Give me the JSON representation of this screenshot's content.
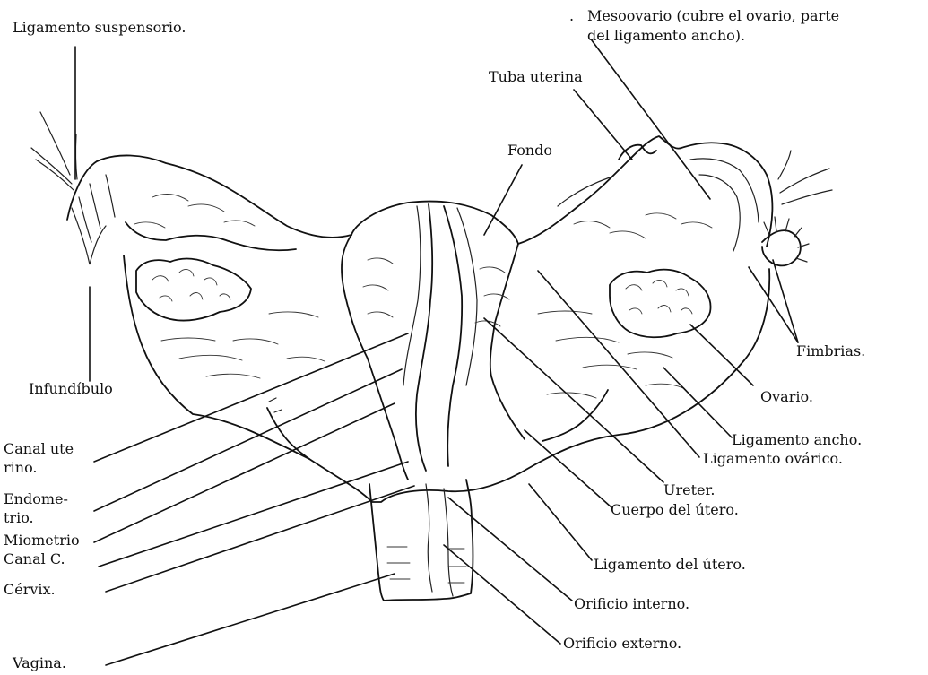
{
  "labels": {
    "ligamento_suspensorio": "Ligamento suspensorio.",
    "mesoovario": "Mesoovario (cubre el ovario, parte",
    "mesoovario_2": "del ligamento ancho).",
    "tuba_uterina": "Tuba uterina",
    "fondo": "Fondo",
    "fimbrias": "Fimbrias.",
    "infundibulo": "Infundíbulo",
    "ovario": "Ovario.",
    "ligamento_ancho": "Ligamento ancho.",
    "ligamento_ovarico": "Ligamento ovárico.",
    "canal_uterino": "Canal ute",
    "canal_uterino_2": "rino.",
    "ureter": "Ureter.",
    "endometrio": "Endome-",
    "endometrio_2": "trio.",
    "cuerpo_utero": "Cuerpo del útero.",
    "miometrio": "Miometrio",
    "canal_c": "Canal C.",
    "ligamento_utero": "Ligamento del útero.",
    "cervix": "Cérvix.",
    "orificio_interno": "Orificio interno.",
    "orificio_externo": "Orificio externo.",
    "vagina": "Vagina."
  }
}
